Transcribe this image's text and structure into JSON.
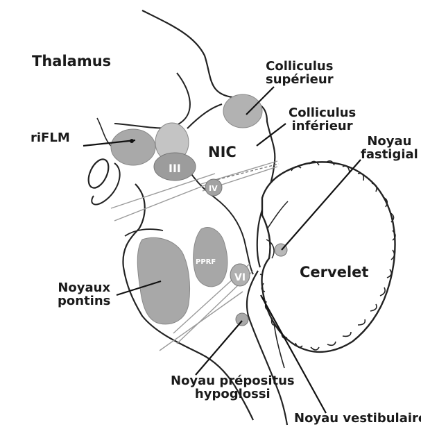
{
  "labels": {
    "thalamus": "Thalamus",
    "colliculus_sup": "Colliculus supérieur",
    "colliculus_sup_l1": "Colliculus",
    "colliculus_sup_l2": "supérieur",
    "colliculus_inf_l1": "Colliculus",
    "colliculus_inf_l2": "inférieur",
    "rifl": "riFLM",
    "nic": "NIC",
    "noyau_fastigial_l1": "Noyau",
    "noyau_fastigial_l2": "fastigial",
    "iii": "III",
    "iv": "IV",
    "pprf": "PPRF",
    "vi": "VI",
    "cervelet": "Cervelet",
    "noyaux_pontins_l1": "Noyaux",
    "noyaux_pontins_l2": "pontins",
    "prepositus_l1": "Noyau prépositus",
    "prepositus_l2": "hypoglossi",
    "vestibulaire": "Noyau vestibulaire"
  },
  "colors": {
    "outline": "#222222",
    "nucleus_fill": "#a9a9a9",
    "nucleus_light": "#c4c4c4",
    "pointer": "#111111",
    "tract": "#9a9a9a"
  }
}
